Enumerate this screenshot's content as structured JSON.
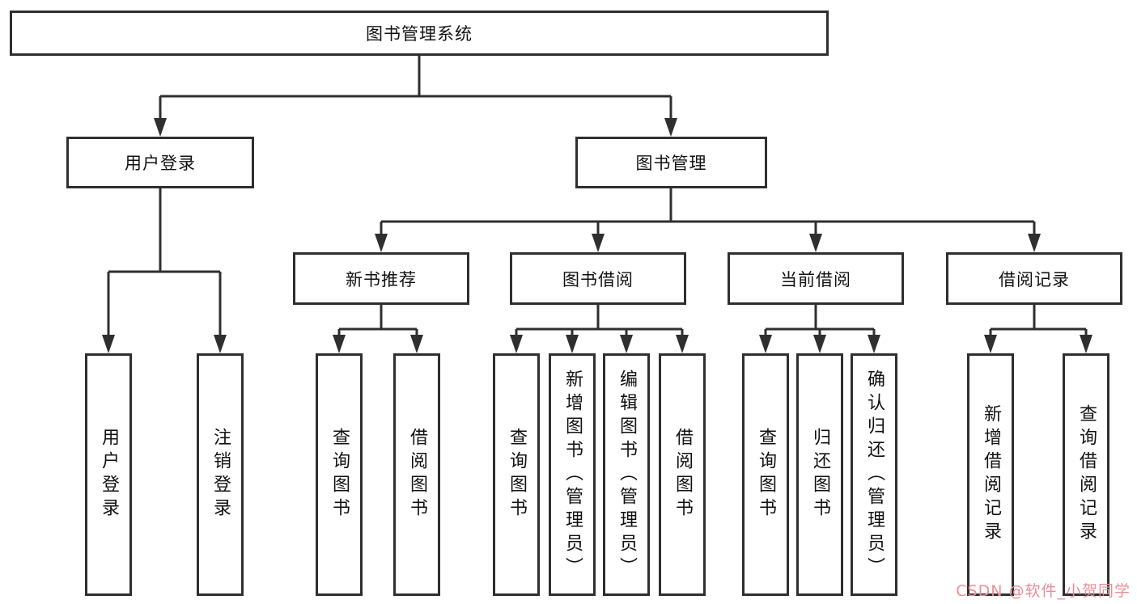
{
  "colors": {
    "line": "#2f2f2f",
    "box_border": "#2f2f2f",
    "box_background": "#ffffff",
    "text": "#111111",
    "watermark": "#ec8f98"
  },
  "watermark": {
    "text": "CSDN @软件_小贺同学"
  },
  "tree": {
    "root": "图书管理系统",
    "children": [
      {
        "label": "用户登录",
        "children": [
          "用户登录",
          "注销登录"
        ]
      },
      {
        "label": "图书管理",
        "children": [
          {
            "label": "新书推荐",
            "children": [
              "查询图书",
              "借阅图书"
            ]
          },
          {
            "label": "图书借阅",
            "children": [
              "查询图书",
              "新增图书（管理员）",
              "编辑图书（管理员）",
              "借阅图书"
            ]
          },
          {
            "label": "当前借阅",
            "children": [
              "查询图书",
              "归还图书",
              "确认归还（管理员）"
            ]
          },
          {
            "label": "借阅记录",
            "children": [
              "新增借阅记录",
              "查询借阅记录"
            ]
          }
        ]
      }
    ]
  }
}
